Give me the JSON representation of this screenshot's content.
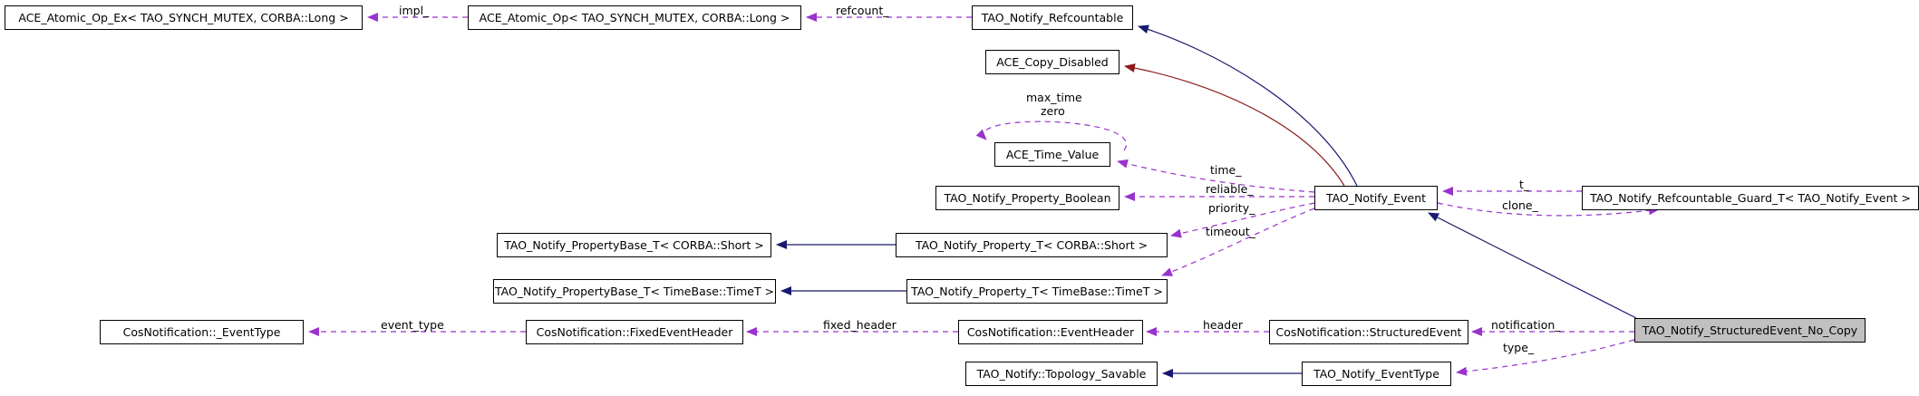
{
  "diagram_type": "collaboration-graph",
  "colors": {
    "association_arrow": "#9a32cd",
    "public_inheritance_arrow": "#191970",
    "private_inheritance_arrow": "#8b1a1a",
    "node_border": "#000000",
    "node_fill": "#ffffff",
    "highlighted_node_fill": "#c0c0c0",
    "background": "#ffffff"
  },
  "nodes": [
    {
      "label": "ACE_Atomic_Op_Ex< TAO_SYNCH_MUTEX, CORBA::Long >"
    },
    {
      "label": "ACE_Atomic_Op< TAO_SYNCH_MUTEX, CORBA::Long >"
    },
    {
      "label": "TAO_Notify_Refcountable"
    },
    {
      "label": "ACE_Copy_Disabled"
    },
    {
      "label": "ACE_Time_Value"
    },
    {
      "label": "TAO_Notify_Property_Boolean"
    },
    {
      "label": "TAO_Notify_Event"
    },
    {
      "label": "TAO_Notify_Refcountable_Guard_T< TAO_Notify_Event >"
    },
    {
      "label": "TAO_Notify_PropertyBase_T< CORBA::Short >"
    },
    {
      "label": "TAO_Notify_Property_T< CORBA::Short >"
    },
    {
      "label": "TAO_Notify_PropertyBase_T< TimeBase::TimeT >"
    },
    {
      "label": "TAO_Notify_Property_T< TimeBase::TimeT >"
    },
    {
      "label": "CosNotification::_EventType"
    },
    {
      "label": "CosNotification::FixedEventHeader"
    },
    {
      "label": "CosNotification::EventHeader"
    },
    {
      "label": "CosNotification::StructuredEvent"
    },
    {
      "label": "TAO_Notify_StructuredEvent_No_Copy",
      "highlighted": true
    },
    {
      "label": "TAO_Notify::Topology_Savable"
    },
    {
      "label": "TAO_Notify_EventType"
    }
  ],
  "edges": [
    {
      "name": "impl",
      "label": "impl_"
    },
    {
      "name": "refcount",
      "label": "refcount_"
    },
    {
      "name": "self-loop",
      "label": "max_time",
      "label2": "zero"
    },
    {
      "name": "time",
      "label": "time_"
    },
    {
      "name": "reliable",
      "label": "reliable_"
    },
    {
      "name": "priority",
      "label": "priority_"
    },
    {
      "name": "timeout",
      "label": "timeout_"
    },
    {
      "name": "t",
      "label": "t_"
    },
    {
      "name": "clone",
      "label": "clone_"
    },
    {
      "name": "fixed-header",
      "label": "fixed_header"
    },
    {
      "name": "event-type",
      "label": "event_type"
    },
    {
      "name": "header",
      "label": "header"
    },
    {
      "name": "notification",
      "label": "notification_"
    },
    {
      "name": "type",
      "label": "type_"
    }
  ]
}
